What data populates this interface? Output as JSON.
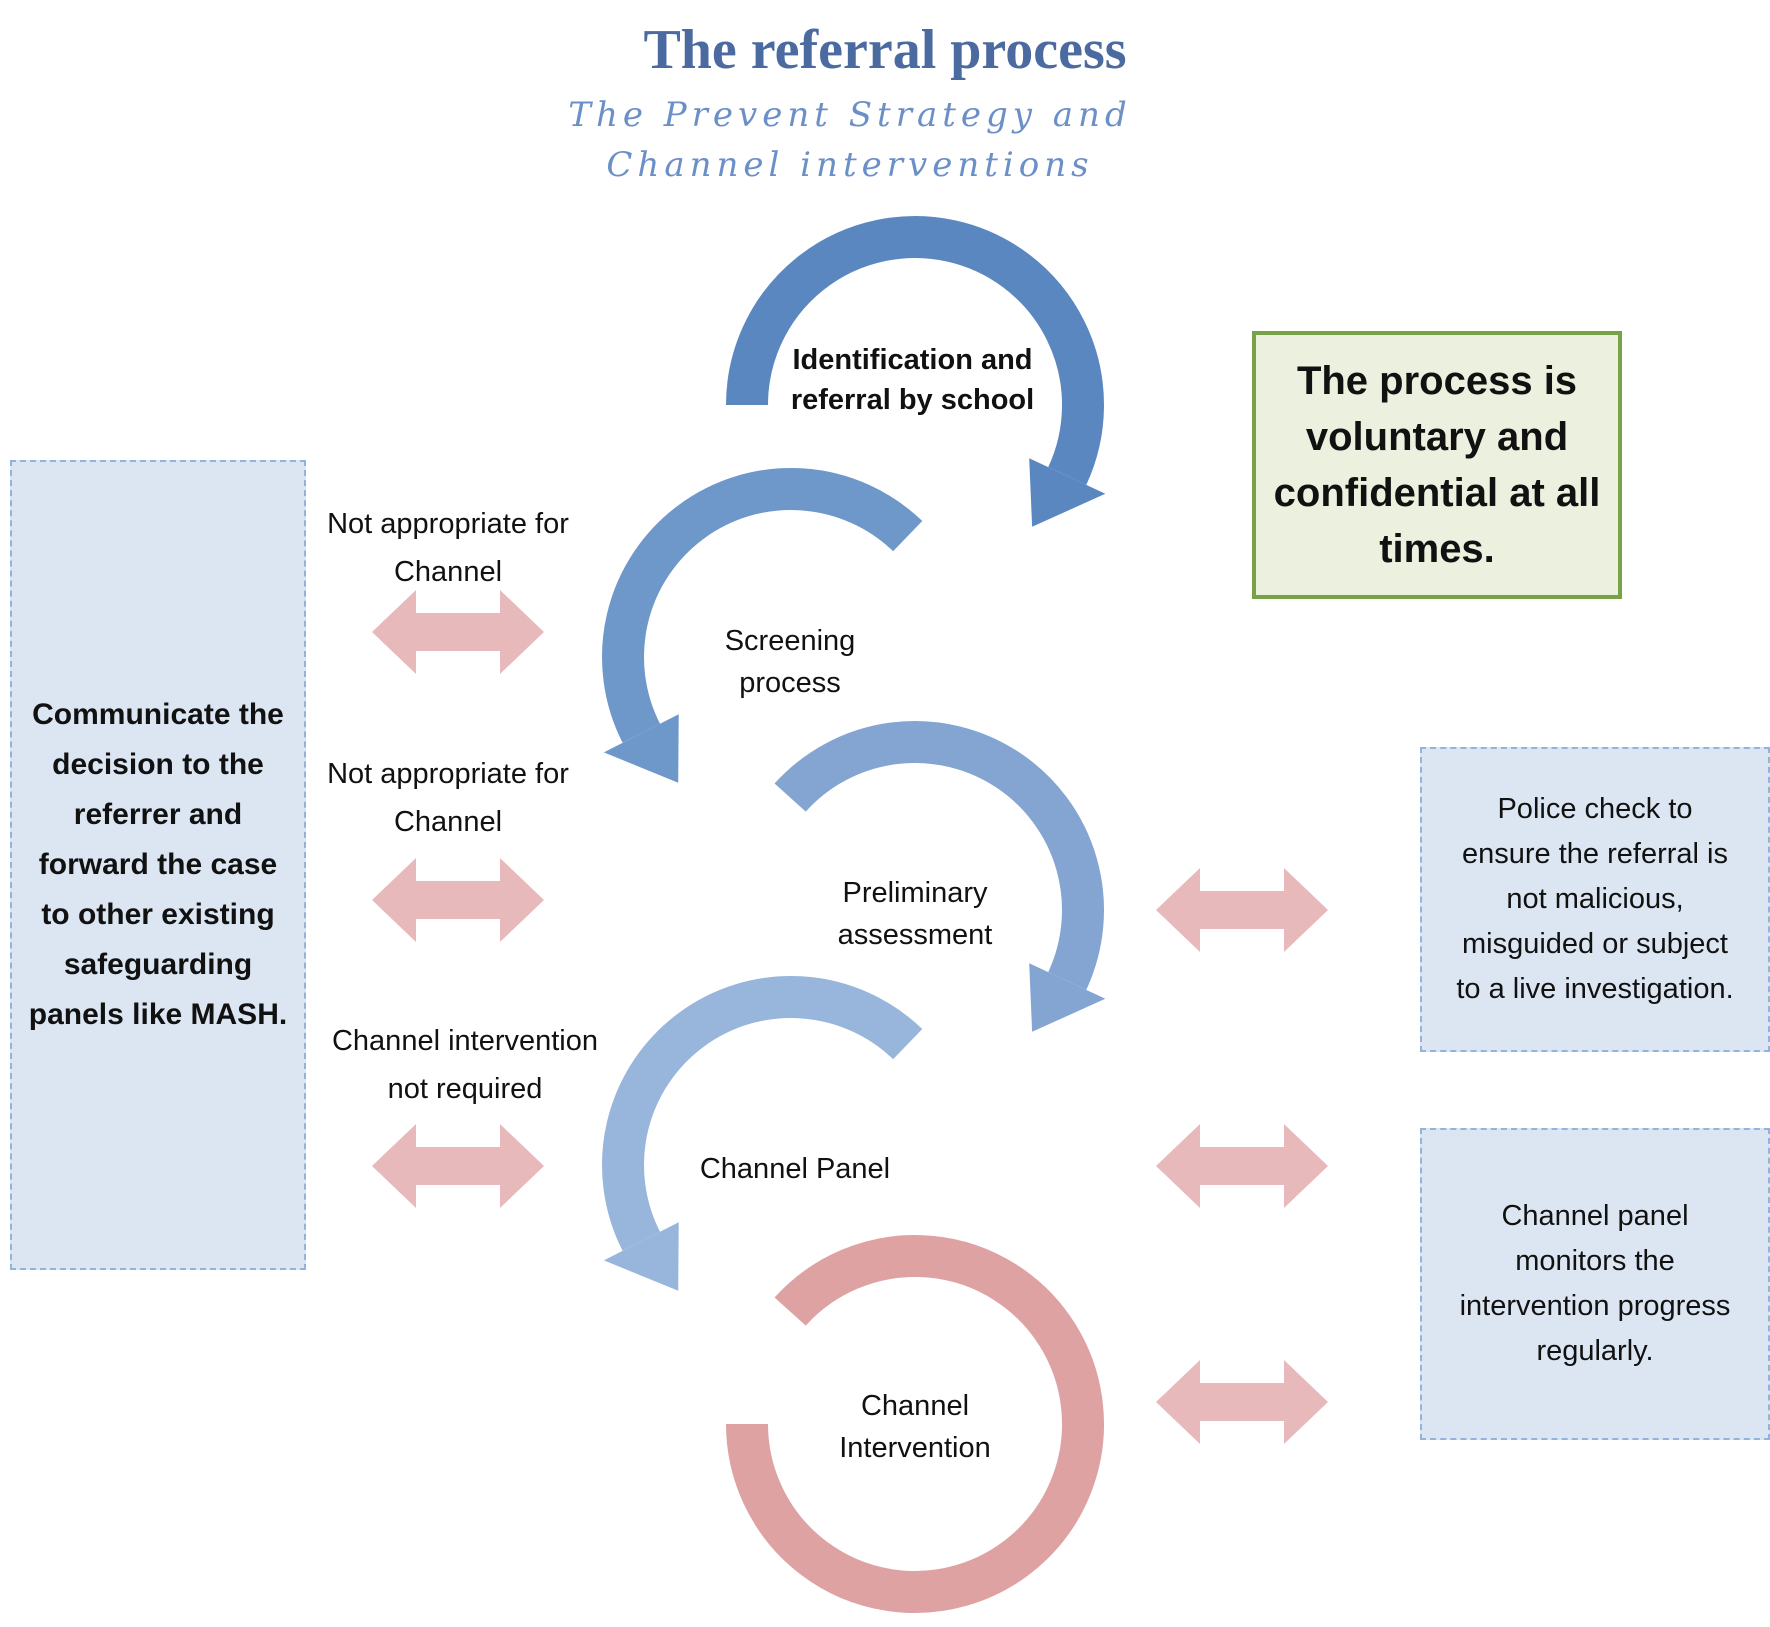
{
  "header": {
    "title": "The referral process",
    "subtitle": "The Prevent Strategy and Channel interventions"
  },
  "steps": [
    {
      "label": "Identification and referral by school",
      "color": "#5b87c0"
    },
    {
      "label": "Screening process",
      "color": "#6e97ca"
    },
    {
      "label": "Preliminary assessment",
      "color": "#84a5d2"
    },
    {
      "label": "Channel Panel",
      "color": "#98b5dc"
    },
    {
      "label": "Channel Intervention",
      "color": "#dea2a3"
    }
  ],
  "exits": [
    {
      "label": "Not appropriate for Channel"
    },
    {
      "label": "Not appropriate for Channel"
    },
    {
      "label": "Channel intervention not required"
    }
  ],
  "left_panel": {
    "text": "Communicate the decision  to the referrer and forward the case to other existing safeguarding panels like MASH."
  },
  "right_panels": [
    {
      "text": "Police check to ensure the referral is not malicious, misguided or subject to a live investigation."
    },
    {
      "text": "Channel panel monitors the intervention progress regularly."
    }
  ],
  "note": {
    "text": "The process is voluntary and confidential at all times."
  },
  "colors": {
    "title": "#4a6aa0",
    "subtitle": "#6b8fc7",
    "arrow_pink": "#e8b9ba",
    "panel_fill": "#dce6f3",
    "panel_border": "#93b3dd",
    "note_fill": "#ebf1de",
    "note_border": "#77a247"
  }
}
